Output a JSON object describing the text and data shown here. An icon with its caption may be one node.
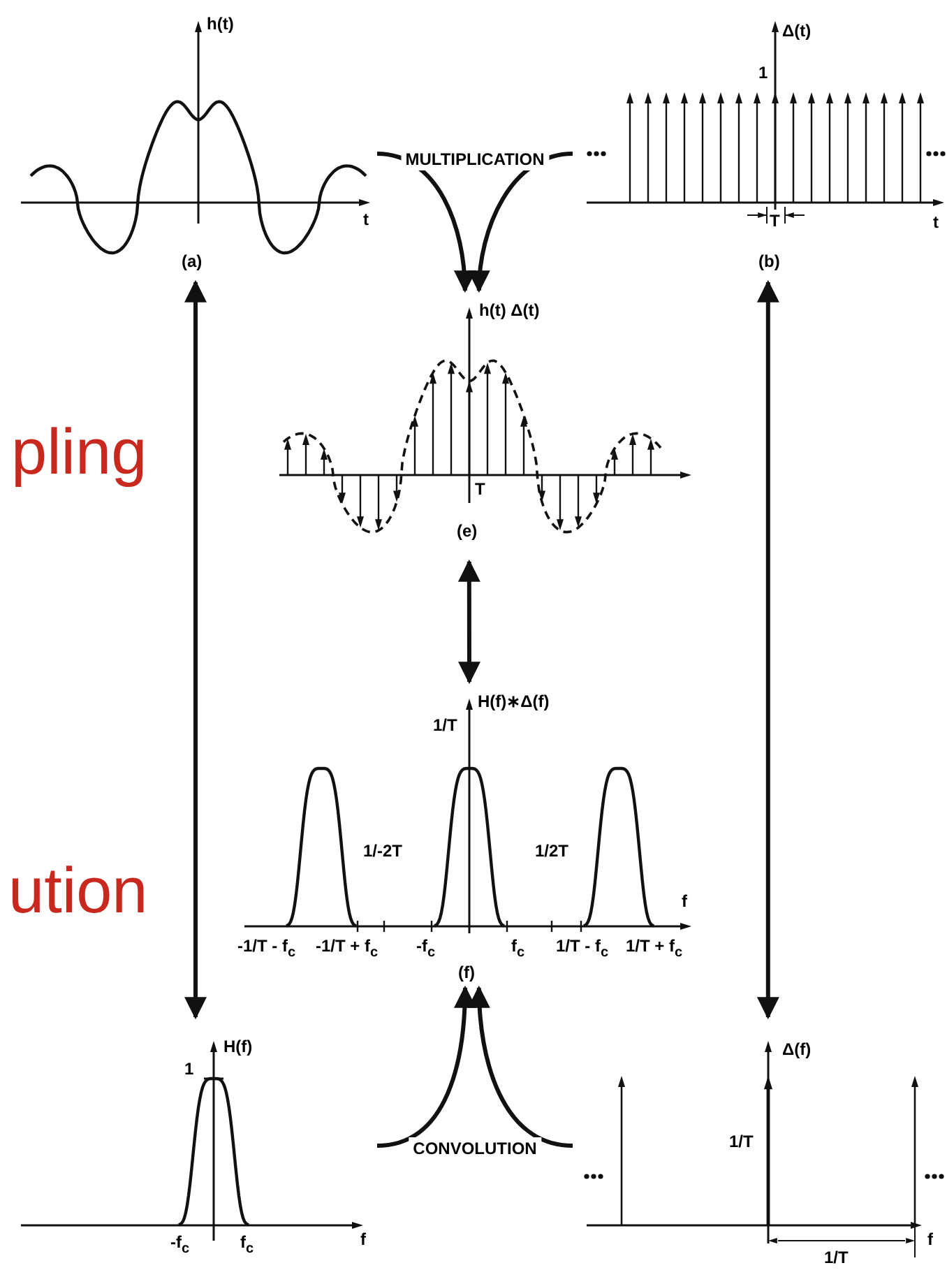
{
  "diagram": {
    "nodes": [
      {
        "text": [
          "h(t)",
          "t",
          "(a)"
        ]
      },
      {
        "text": [
          "Δ(t)",
          "1",
          "T",
          "t",
          "(b)"
        ]
      },
      {
        "text": [
          "h(t) Δ(t)",
          "T",
          "(e)"
        ]
      },
      {
        "text": [
          "H(f)∗Δ(f)",
          "1/T",
          "1/-2T",
          "1/2T",
          "f",
          "-1/T - f$_{c}$",
          "-1/T + f$_{c}$",
          "-f$_{c}$",
          "f$_{c}$",
          "1/T - f$_{c}$",
          "1/T + f$_{c}$",
          "(f)"
        ]
      },
      {
        "text": [
          "H(f)",
          "1",
          "-f$_{c}$",
          "f$_{c}$",
          "f"
        ]
      },
      {
        "text": [
          "Δ(f)",
          "1/T",
          "1/T",
          "f"
        ]
      }
    ],
    "edges": [
      {
        "from": 0,
        "to": 2,
        "arrow": "to",
        "label": "MULTIPLICATION"
      },
      {
        "from": 1,
        "to": 2,
        "arrow": "to"
      },
      {
        "from": 4,
        "to": 3,
        "arrow": "to",
        "label": "CONVOLUTION"
      },
      {
        "from": 5,
        "to": 3,
        "arrow": "to"
      },
      {
        "from": 0,
        "to": 4,
        "arrow": "both"
      },
      {
        "from": 1,
        "to": 5,
        "arrow": "both"
      },
      {
        "from": 2,
        "to": 3,
        "arrow": "both"
      }
    ],
    "labels": [
      "pling",
      "ution"
    ]
  }
}
